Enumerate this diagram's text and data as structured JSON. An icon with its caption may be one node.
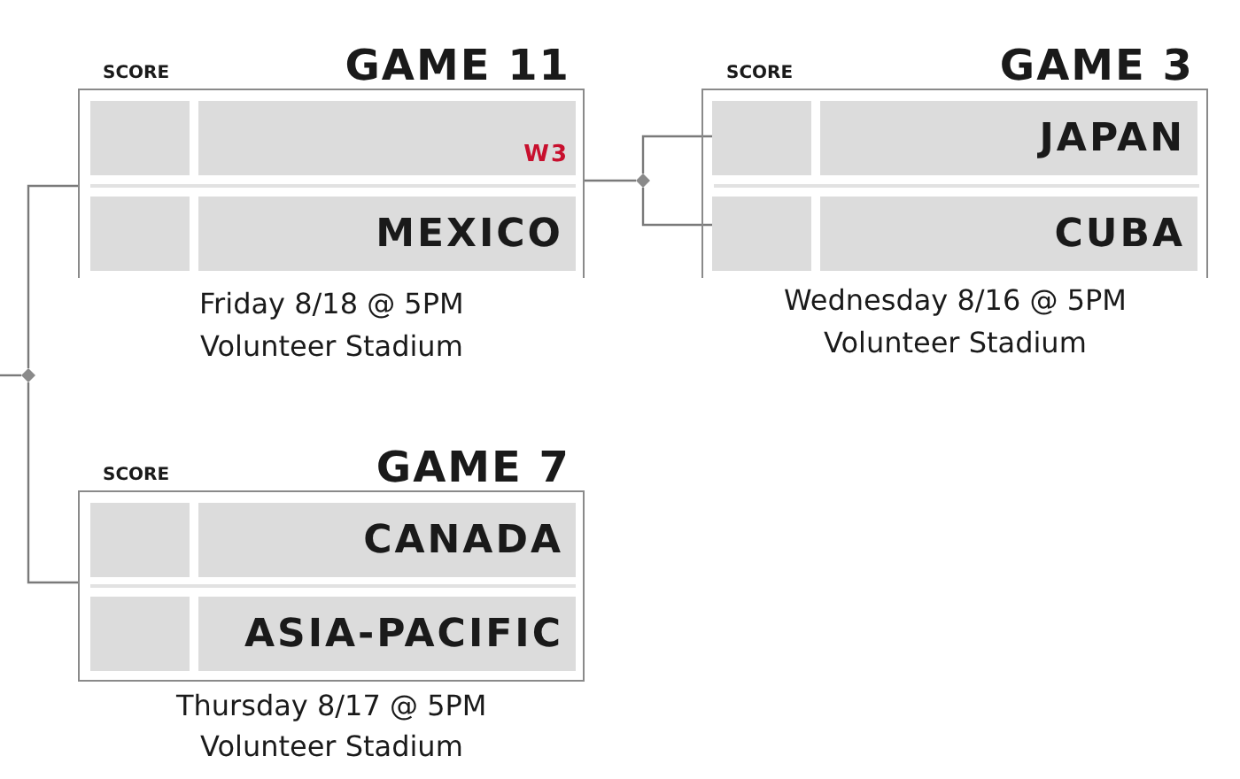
{
  "diagram": {
    "nodes": [
      {
        "text": [
          "SCORE",
          "GAME 11"
        ],
        "beside": [
          "Friday 8/18 @ 5PM",
          "Volunteer Stadium"
        ]
      },
      {
        "text": [],
        "shape": "box",
        "in": 0
      },
      {
        "text": [
          "W3"
        ],
        "in": 0
      },
      {
        "text": [],
        "shape": "box",
        "in": 0
      },
      {
        "text": [
          "MEXICO"
        ],
        "in": 0
      },
      {
        "text": [
          "SCORE",
          "GAME 3"
        ],
        "beside": [
          "Wednesday 8/16 @ 5PM",
          "Volunteer Stadium"
        ]
      },
      {
        "text": [],
        "shape": "box",
        "in": 5
      },
      {
        "text": [
          "JAPAN"
        ],
        "in": 5
      },
      {
        "text": [],
        "shape": "box",
        "in": 5
      },
      {
        "text": [
          "CUBA"
        ],
        "in": 5
      },
      {
        "text": [],
        "shape": "diamond"
      },
      {
        "text": [
          "SCORE",
          "GAME 7"
        ],
        "beside": [
          "Thursday 8/17 @ 5PM",
          "Volunteer Stadium"
        ]
      },
      {
        "text": [],
        "shape": "box",
        "in": 11
      },
      {
        "text": [
          "CANADA"
        ],
        "in": 11
      },
      {
        "text": [],
        "shape": "box",
        "in": 11
      },
      {
        "text": [
          "ASIA-PACIFIC"
        ],
        "in": 11
      },
      {
        "text": [],
        "shape": "diamond"
      }
    ],
    "edges": [
      {
        "from": 6,
        "to": 10,
        "arrow": "none"
      },
      {
        "from": 8,
        "to": 10,
        "arrow": "none"
      },
      {
        "from": 10,
        "to": 0,
        "arrow": "none"
      },
      {
        "from": 0,
        "to": 16,
        "arrow": "none"
      },
      {
        "from": 11,
        "to": 16,
        "arrow": "none"
      },
      {
        "from": 16,
        "to": null,
        "arrow": "none"
      }
    ]
  }
}
